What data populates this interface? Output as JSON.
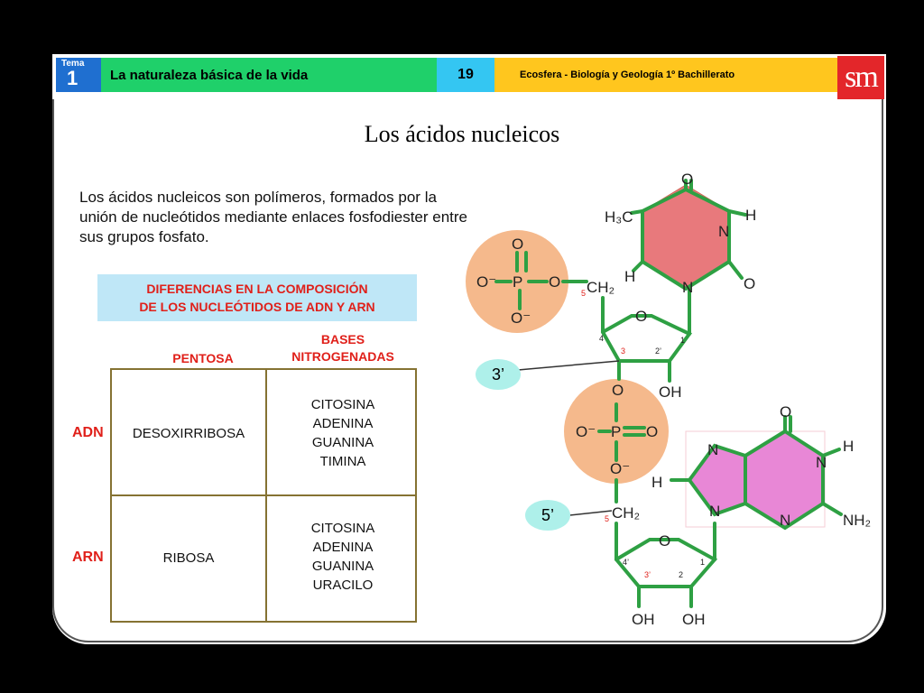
{
  "header": {
    "tema_label": "Tema",
    "tema_number": "1",
    "unit_title": "La naturaleza básica de la vida",
    "page_number": "19",
    "book_title": "Ecosfera - Biología y Geología 1º Bachillerato",
    "logo": "sm"
  },
  "title": "Los ácidos nucleicos",
  "intro": "Los ácidos nucleicos son polímeros, formados por la unión de nucleótidos mediante enlaces fosfodiester entre sus grupos fosfato.",
  "differences_title": {
    "line1": "DIFERENCIAS EN LA COMPOSICIÓN",
    "line2": "DE LOS NUCLEÓTIDOS DE ADN Y ARN"
  },
  "table": {
    "columns": {
      "pentose": "PENTOSA",
      "bases_line1": "BASES",
      "bases_line2": "NITROGENADAS"
    },
    "rows": [
      {
        "label": "ADN",
        "pentose": "DESOXIRRIBOSA",
        "bases": [
          "CITOSINA",
          "ADENINA",
          "GUANINA",
          "TIMINA"
        ]
      },
      {
        "label": "ARN",
        "pentose": "RIBOSA",
        "bases": [
          "CITOSINA",
          "ADENINA",
          "GUANINA",
          "URACILO"
        ]
      }
    ]
  },
  "molecule": {
    "label_3": "3’",
    "label_5": "5’",
    "atoms": {
      "O": "O",
      "P": "P",
      "O_minus": "O⁻",
      "N": "N",
      "H": "H",
      "OH": "OH",
      "CH3": "H₃C",
      "CH2": "CH₂",
      "NH2": "NH₂"
    },
    "numbers": {
      "n1": "1",
      "n2": "2",
      "n3": "3",
      "n4": "4",
      "n5": "5",
      "n1p": "1’",
      "n2p": "2’",
      "n3p": "3’",
      "n4p": "4’",
      "n5p": "5’"
    }
  },
  "colors": {
    "tema_bg": "#1f6fd0",
    "unit_bg": "#1fd06a",
    "page_bg": "#34c6f2",
    "book_bg": "#ffc61e",
    "logo_bg": "#e3262a",
    "accent_red": "#e0201a",
    "table_border": "#857232",
    "phosphate_fill": "#f5b98c",
    "bond_green": "#2ea043",
    "thymine_fill": "#e8797c",
    "guanine_fill": "#e887d6"
  }
}
